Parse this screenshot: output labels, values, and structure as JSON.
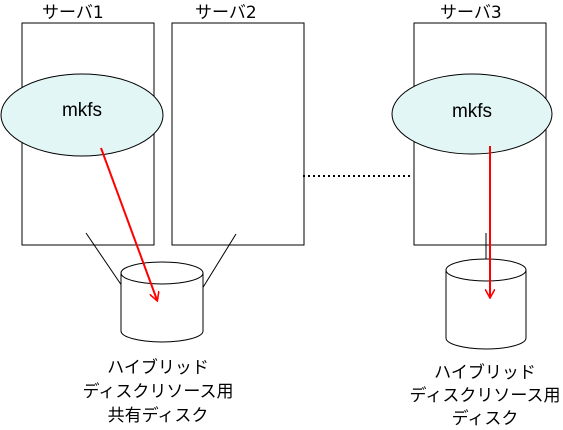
{
  "servers": [
    {
      "label": "サーバ1"
    },
    {
      "label": "サーバ2"
    },
    {
      "label": "サーバ3"
    }
  ],
  "processes": [
    {
      "label": "mkfs"
    },
    {
      "label": "mkfs"
    }
  ],
  "disks": [
    {
      "lines": [
        "ハイブリッド",
        "ディスクリソース用",
        "共有ディスク"
      ]
    },
    {
      "lines": [
        "ハイブリッド",
        "ディスクリソース用",
        "ディスク"
      ]
    }
  ],
  "colors": {
    "ellipse_fill": "#e2f6f6",
    "arrow": "#ff0000",
    "line": "#000000",
    "background": "#ffffff"
  }
}
